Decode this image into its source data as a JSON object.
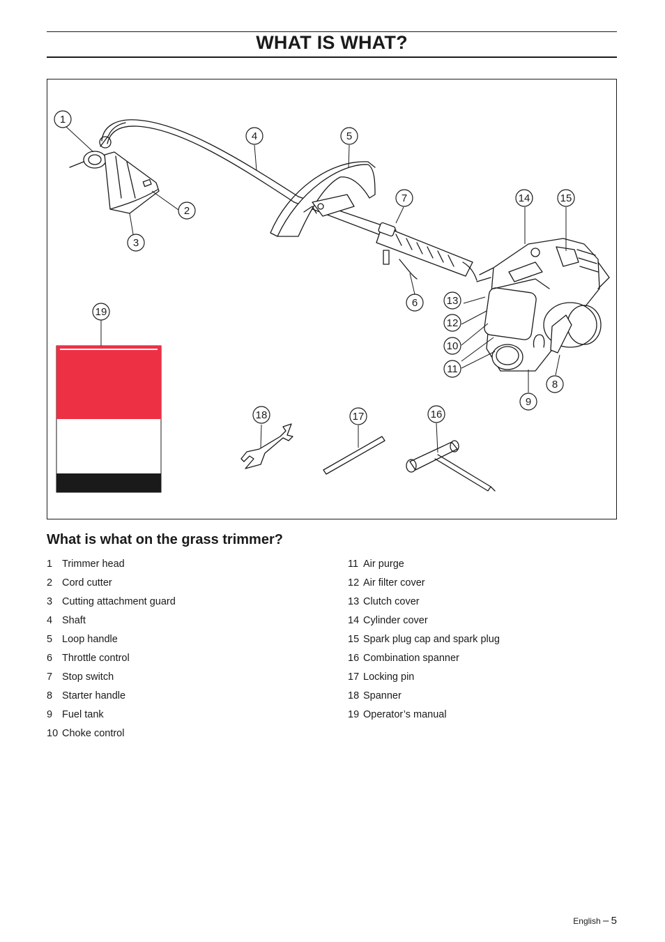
{
  "page": {
    "title": "WHAT IS WHAT?",
    "subheading": "What is what on the grass trimmer?",
    "footer_lang": "English",
    "footer_dash": "–",
    "page_number": "5"
  },
  "callouts": [
    "1",
    "2",
    "3",
    "4",
    "5",
    "6",
    "7",
    "8",
    "9",
    "10",
    "11",
    "12",
    "13",
    "14",
    "15",
    "16",
    "17",
    "18",
    "19"
  ],
  "parts_left": [
    {
      "num": "1",
      "label": "Trimmer head"
    },
    {
      "num": "2",
      "label": "Cord cutter"
    },
    {
      "num": "3",
      "label": "Cutting attachment guard"
    },
    {
      "num": "4",
      "label": "Shaft"
    },
    {
      "num": "5",
      "label": "Loop handle"
    },
    {
      "num": "6",
      "label": "Throttle control"
    },
    {
      "num": "7",
      "label": "Stop switch"
    },
    {
      "num": "8",
      "label": "Starter handle"
    },
    {
      "num": "9",
      "label": "Fuel tank"
    },
    {
      "num": "10",
      "label": "Choke control"
    }
  ],
  "parts_right": [
    {
      "num": "11",
      "label": "Air purge"
    },
    {
      "num": "12",
      "label": "Air filter cover"
    },
    {
      "num": "13",
      "label": "Clutch cover"
    },
    {
      "num": "14",
      "label": "Cylinder cover"
    },
    {
      "num": "15",
      "label": "Spark plug cap and spark plug"
    },
    {
      "num": "16",
      "label": "Combination spanner"
    },
    {
      "num": "17",
      "label": "Locking pin"
    },
    {
      "num": "18",
      "label": "Spanner"
    },
    {
      "num": "19",
      "label": "Operator’s manual"
    }
  ],
  "colors": {
    "manual_red": "#ee3045",
    "ink": "#1a1a1a"
  }
}
